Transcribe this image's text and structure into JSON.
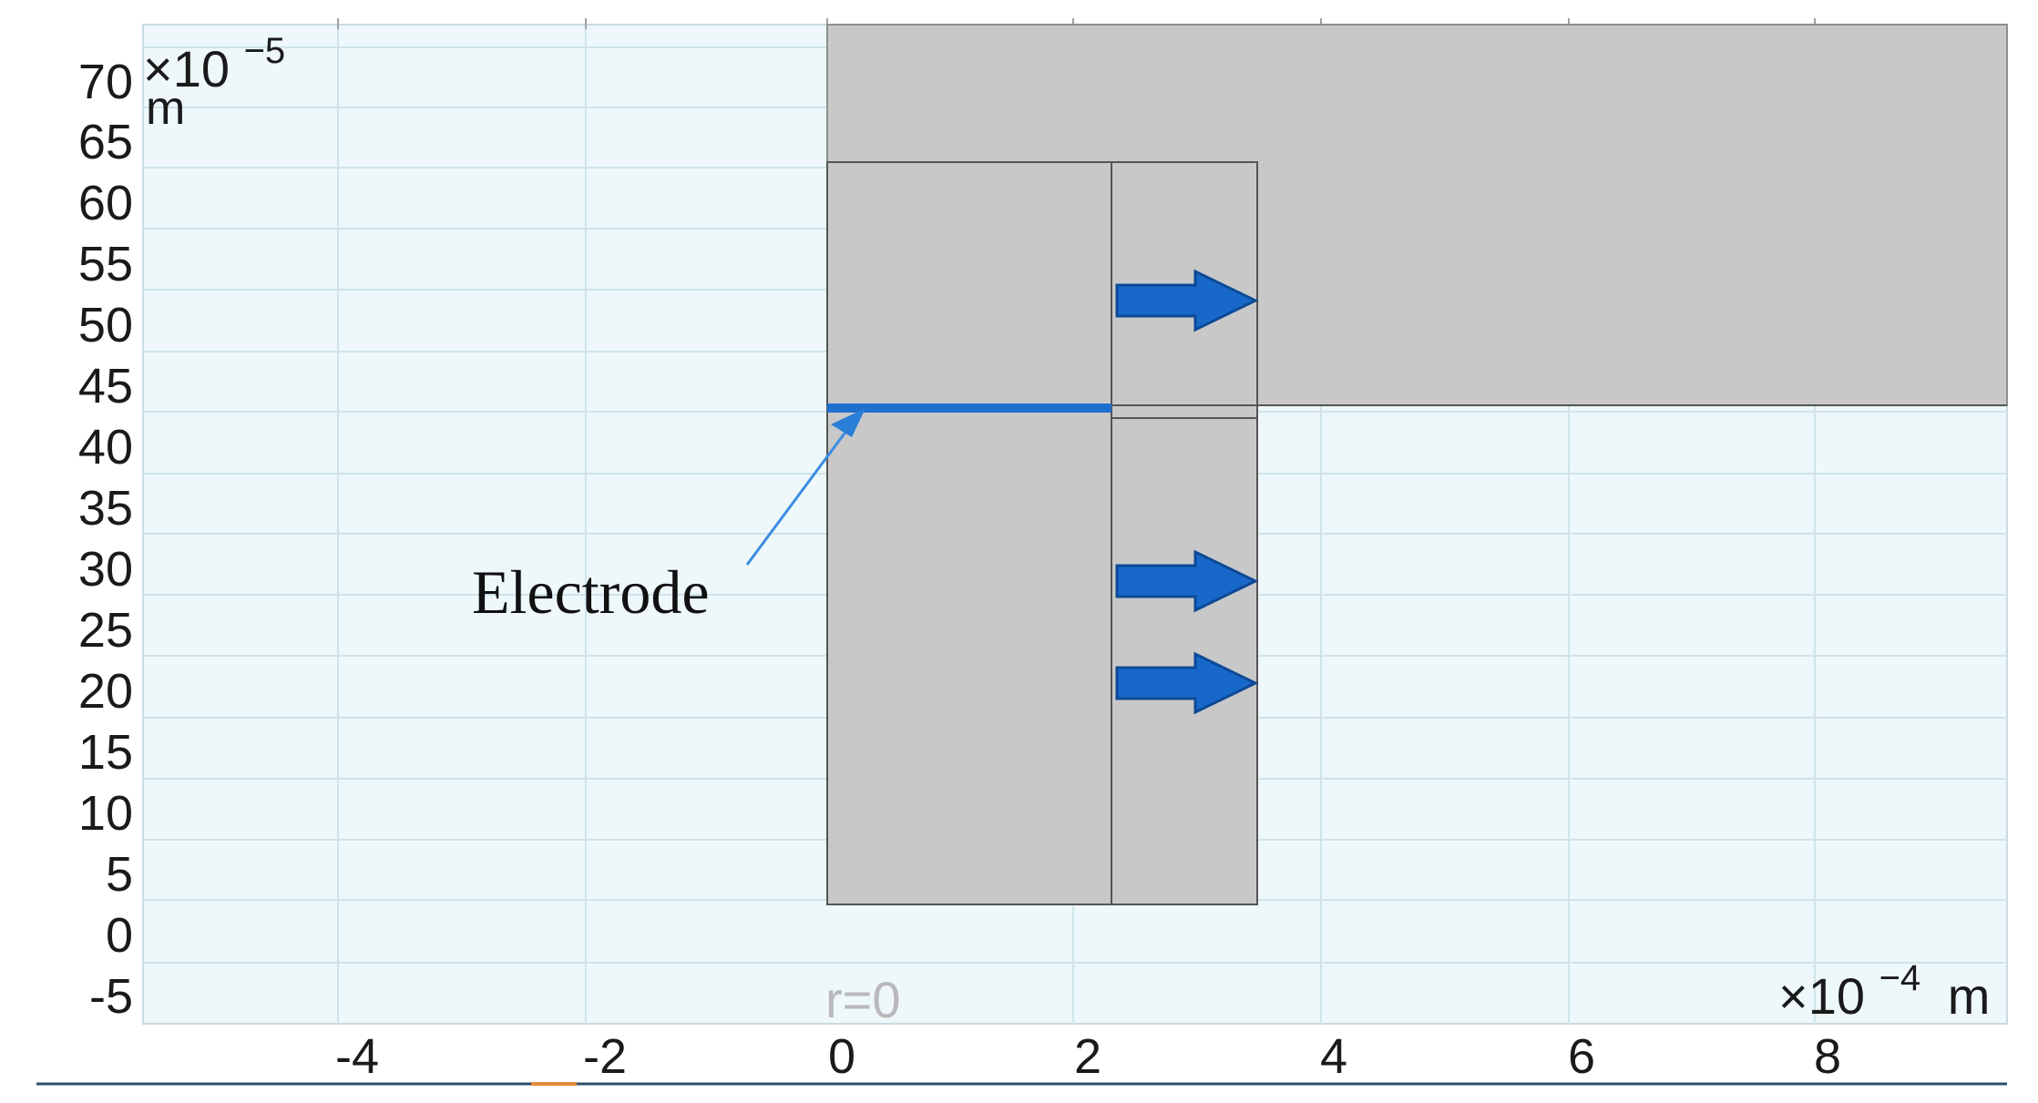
{
  "figure": {
    "y_unit": {
      "base": "×10",
      "exponent": "−5",
      "unit": "m"
    },
    "x_unit": {
      "base": "×10",
      "exponent": "−4",
      "unit": "m"
    },
    "origin_label": "r=0",
    "electrode_label": "Electrode"
  },
  "axes": {
    "x_ticks": [
      "-4",
      "-2",
      "0",
      "2",
      "4",
      "6",
      "8"
    ],
    "y_ticks": [
      "70",
      "65",
      "60",
      "55",
      "50",
      "45",
      "40",
      "35",
      "30",
      "25",
      "20",
      "15",
      "10",
      "5",
      "0",
      "-5"
    ]
  },
  "colors": {
    "plot_background": "#eef8fb",
    "gridline": "#cfe3ea",
    "domain_fill": "#c8c8c8",
    "domain_stroke": "#555555",
    "electrode_line": "#1f6fd1",
    "arrow_fill": "#1868c9",
    "arrow_stroke": "#0c4a96",
    "callout_line": "#3c8de0"
  },
  "icons": {
    "flow_arrow": "right-arrow-icon"
  }
}
